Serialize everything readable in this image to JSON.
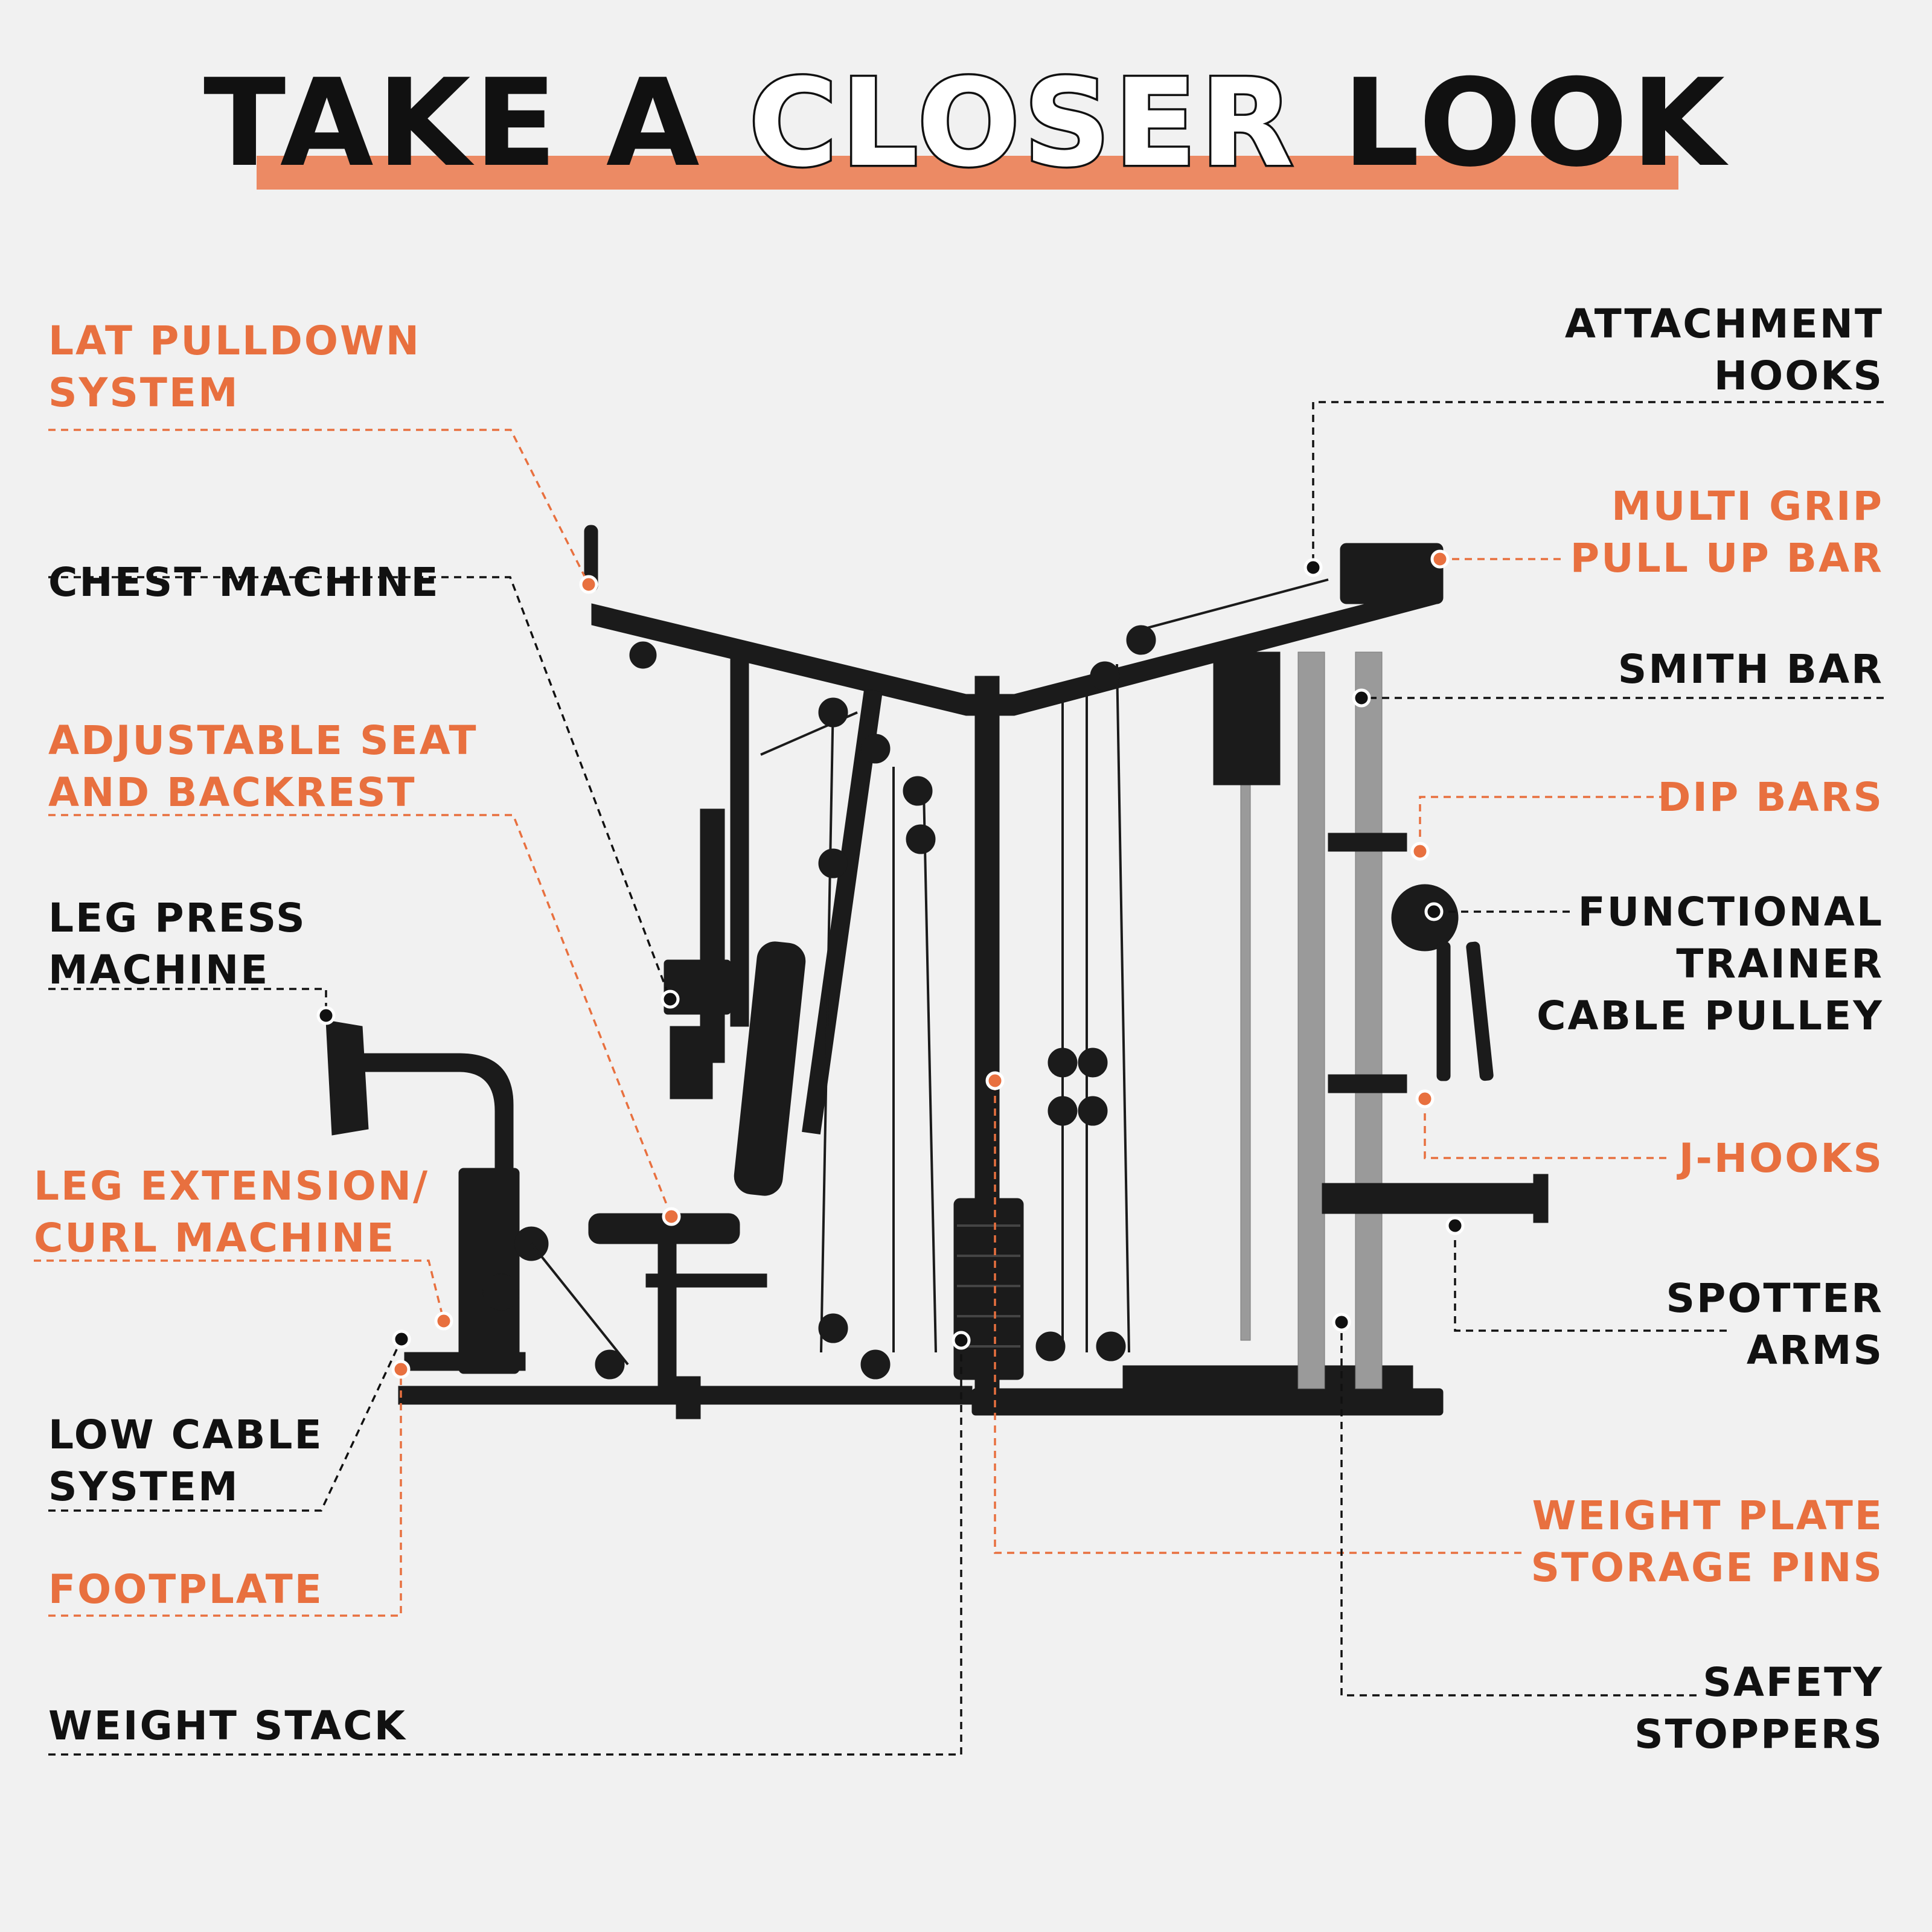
{
  "title": {
    "part1": "TAKE A",
    "part2": "CLOSER",
    "part3": "LOOK",
    "accent_color": "#ec8a64"
  },
  "colors": {
    "orange": "#e8703f",
    "black": "#111111",
    "background": "#f1f1f1"
  },
  "labels_left": [
    {
      "text": "LAT PULLDOWN\nSYSTEM",
      "color": "orange"
    },
    {
      "text": "CHEST MACHINE",
      "color": "black"
    },
    {
      "text": "ADJUSTABLE SEAT\nAND BACKREST",
      "color": "orange"
    },
    {
      "text": "LEG PRESS\nMACHINE",
      "color": "black"
    },
    {
      "text": "LEG EXTENSION/\nCURL MACHINE",
      "color": "orange"
    },
    {
      "text": "LOW CABLE\nSYSTEM",
      "color": "black"
    },
    {
      "text": "FOOTPLATE",
      "color": "orange"
    },
    {
      "text": "WEIGHT STACK",
      "color": "black"
    }
  ],
  "labels_right": [
    {
      "text": "ATTACHMENT\nHOOKS",
      "color": "black"
    },
    {
      "text": "MULTI GRIP\nPULL UP BAR",
      "color": "orange"
    },
    {
      "text": "SMITH BAR",
      "color": "black"
    },
    {
      "text": "DIP BARS",
      "color": "orange"
    },
    {
      "text": "FUNCTIONAL\nTRAINER\nCABLE PULLEY",
      "color": "black"
    },
    {
      "text": "J-HOOKS",
      "color": "orange"
    },
    {
      "text": "SPOTTER\nARMS",
      "color": "black"
    },
    {
      "text": "WEIGHT PLATE\nSTORAGE PINS",
      "color": "orange"
    },
    {
      "text": "SAFETY\nSTOPPERS",
      "color": "black"
    }
  ]
}
